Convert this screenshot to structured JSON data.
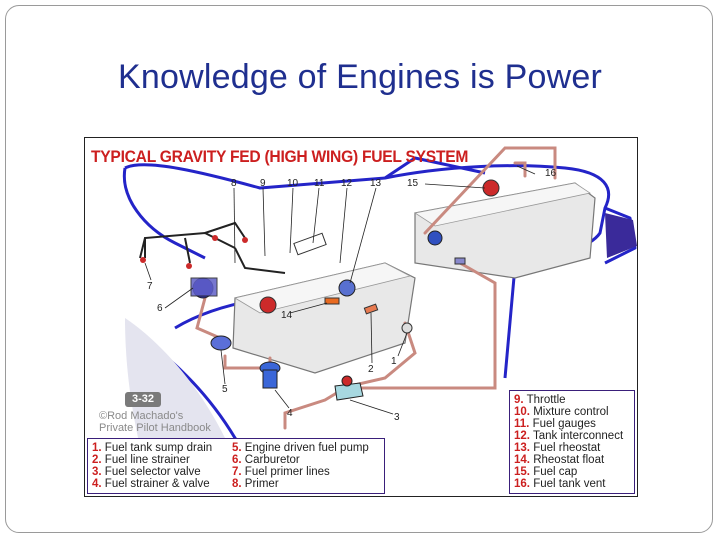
{
  "slide": {
    "title": "Knowledge of Engines is Power"
  },
  "figure": {
    "title": "TYPICAL GRAVITY FED (HIGH WING) FUEL SYSTEM",
    "badge": "3-32",
    "credit_line1": "©Rod Machado's",
    "credit_line2": "Private Pilot Handbook",
    "callouts": [
      "8",
      "9",
      "10",
      "11",
      "12",
      "13",
      "15",
      "16",
      "7",
      "6",
      "14",
      "5",
      "4",
      "3",
      "2",
      "1"
    ],
    "legend_left": [
      {
        "num": "1.",
        "text": "Fuel tank sump drain"
      },
      {
        "num": "2.",
        "text": "Fuel line strainer"
      },
      {
        "num": "3.",
        "text": "Fuel selector valve"
      },
      {
        "num": "4.",
        "text": "Fuel strainer & valve"
      },
      {
        "num": "5.",
        "text": "Engine driven fuel pump"
      },
      {
        "num": "6.",
        "text": "Carburetor"
      },
      {
        "num": "7.",
        "text": "Fuel primer lines"
      },
      {
        "num": "8.",
        "text": "Primer"
      }
    ],
    "legend_right": [
      {
        "num": "9.",
        "text": "Throttle"
      },
      {
        "num": "10.",
        "text": "Mixture control"
      },
      {
        "num": "11.",
        "text": "Fuel gauges"
      },
      {
        "num": "12.",
        "text": "Tank interconnect"
      },
      {
        "num": "13.",
        "text": "Fuel rheostat"
      },
      {
        "num": "14.",
        "text": "Rheostat float"
      },
      {
        "num": "15.",
        "text": "Fuel cap"
      },
      {
        "num": "16.",
        "text": "Fuel tank vent"
      }
    ],
    "colors": {
      "outline": "#2424c8",
      "fuel_line": "#c98a80",
      "tank": "#e8e8e8",
      "accent": "#cc1f1f",
      "legend_border": "#3a1f7a"
    }
  }
}
